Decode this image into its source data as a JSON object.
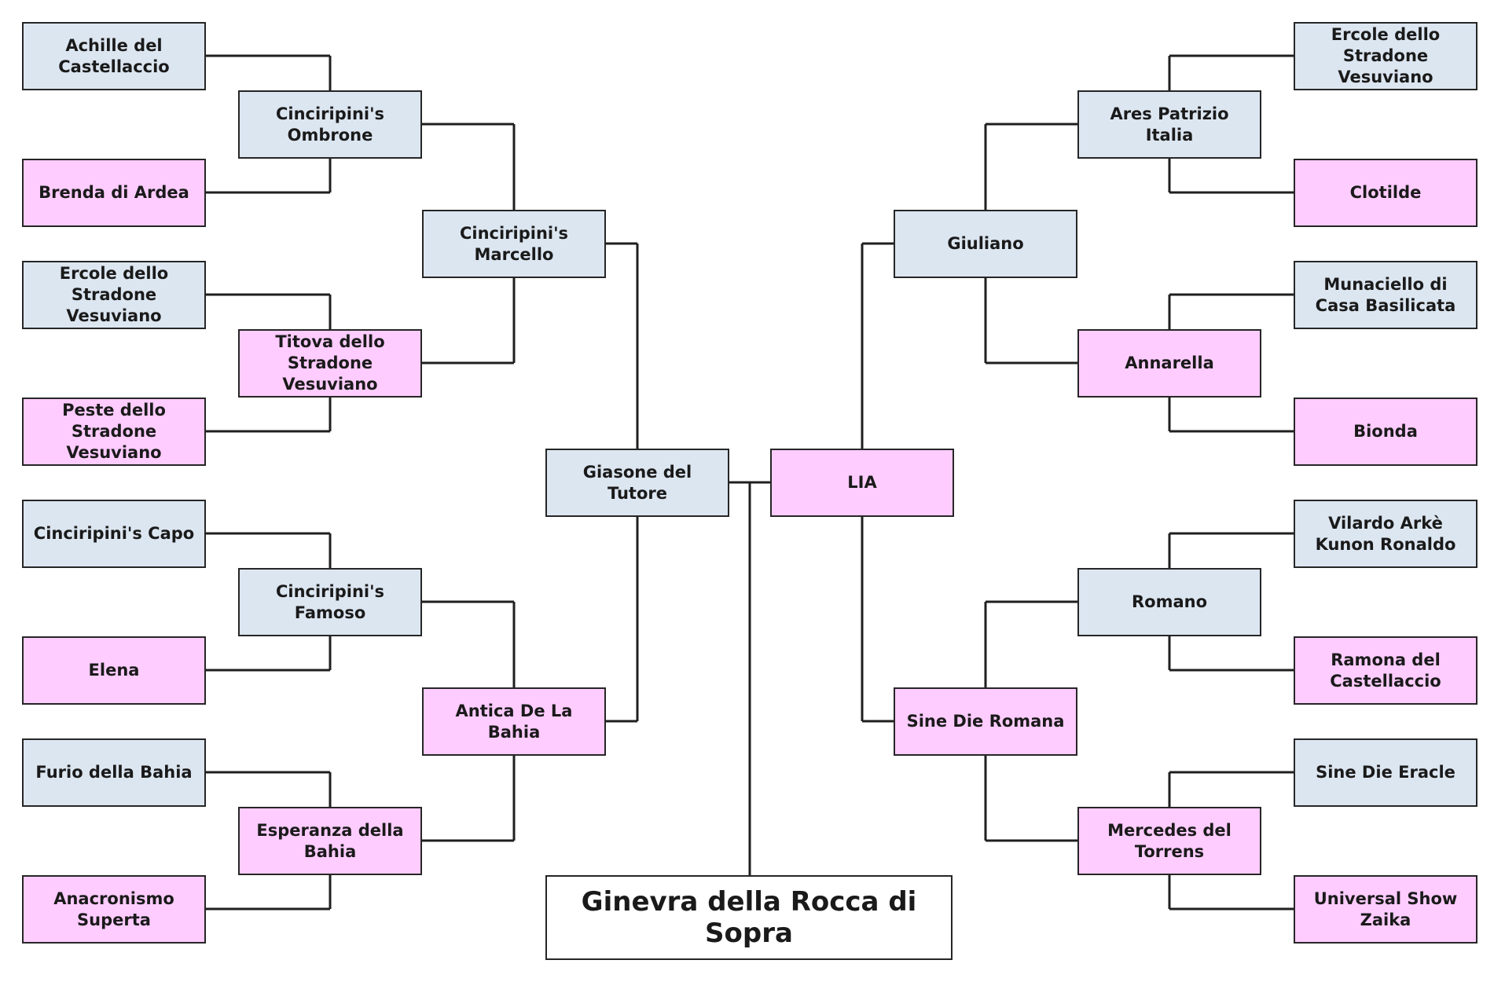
{
  "colors": {
    "male": "#dce6f1",
    "female": "#ffccff",
    "root": "#ffffff",
    "line": "#1f1f1f"
  },
  "subject": {
    "name": "Ginevra della Rocca di Sopra"
  },
  "sire": {
    "name": "Giasone del Tutore",
    "sex": "male",
    "sire": {
      "name": "Cinciripini's Marcello",
      "sex": "male",
      "sire": {
        "name": "Cinciripini's Ombrone",
        "sex": "male",
        "sire": {
          "name": "Achille del Castellaccio",
          "sex": "male"
        },
        "dam": {
          "name": "Brenda di Ardea",
          "sex": "female"
        }
      },
      "dam": {
        "name": "Titova dello Stradone Vesuviano",
        "sex": "female",
        "sire": {
          "name": "Ercole dello Stradone Vesuviano",
          "sex": "male"
        },
        "dam": {
          "name": "Peste dello Stradone Vesuviano",
          "sex": "female"
        }
      }
    },
    "dam": {
      "name": "Antica De La Bahia",
      "sex": "female",
      "sire": {
        "name": "Cinciripini's Famoso",
        "sex": "male",
        "sire": {
          "name": "Cinciripini's Capo",
          "sex": "male"
        },
        "dam": {
          "name": "Elena",
          "sex": "female"
        }
      },
      "dam": {
        "name": "Esperanza della Bahia",
        "sex": "female",
        "sire": {
          "name": "Furio della Bahia",
          "sex": "male"
        },
        "dam": {
          "name": "Anacronismo Superta",
          "sex": "female"
        }
      }
    }
  },
  "dam": {
    "name": "LIA",
    "sex": "female",
    "sire": {
      "name": "Giuliano",
      "sex": "male",
      "sire": {
        "name": "Ares Patrizio Italia",
        "sex": "male",
        "sire": {
          "name": "Ercole dello Stradone Vesuviano",
          "sex": "male"
        },
        "dam": {
          "name": "Clotilde",
          "sex": "female"
        }
      },
      "dam": {
        "name": "Annarella",
        "sex": "female",
        "sire": {
          "name": "Munaciello di Casa Basilicata",
          "sex": "male"
        },
        "dam": {
          "name": "Bionda",
          "sex": "female"
        }
      }
    },
    "dam": {
      "name": "Sine Die Romana",
      "sex": "female",
      "sire": {
        "name": "Romano",
        "sex": "male",
        "sire": {
          "name": "Vilardo Arkè Kunon Ronaldo",
          "sex": "male"
        },
        "dam": {
          "name": "Ramona del Castellaccio",
          "sex": "female"
        }
      },
      "dam": {
        "name": "Mercedes del Torrens",
        "sex": "female",
        "sire": {
          "name": "Sine Die Eracle",
          "sex": "male"
        },
        "dam": {
          "name": "Universal Show Zaika",
          "sex": "female"
        }
      }
    }
  }
}
